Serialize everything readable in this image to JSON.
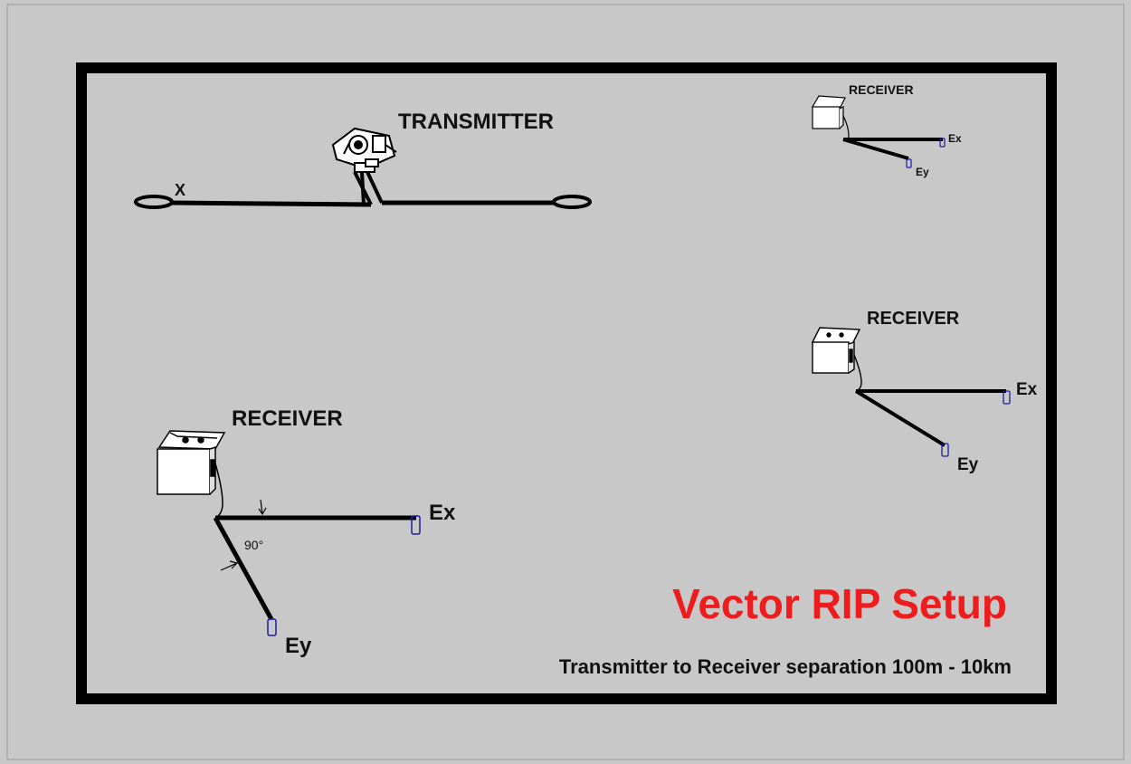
{
  "diagram": {
    "title": "Vector RIP Setup",
    "subtitle": "Transmitter to Receiver separation 100m - 10km",
    "transmitter": {
      "label": "TRANSMITTER",
      "dipole_label": "X"
    },
    "receiver_main": {
      "label": "RECEIVER",
      "ex": "Ex",
      "ey": "Ey",
      "angle": "90°"
    },
    "receiver_far": {
      "label": "RECEIVER",
      "ex": "Ex",
      "ey": "Ey"
    },
    "receiver_mid": {
      "label": "RECEIVER",
      "ex": "Ex",
      "ey": "Ey"
    },
    "colors": {
      "title": "#ee1c1c",
      "background": "#c8c8c8",
      "frame": "#000000",
      "electrode": "#1c1ca0"
    }
  }
}
